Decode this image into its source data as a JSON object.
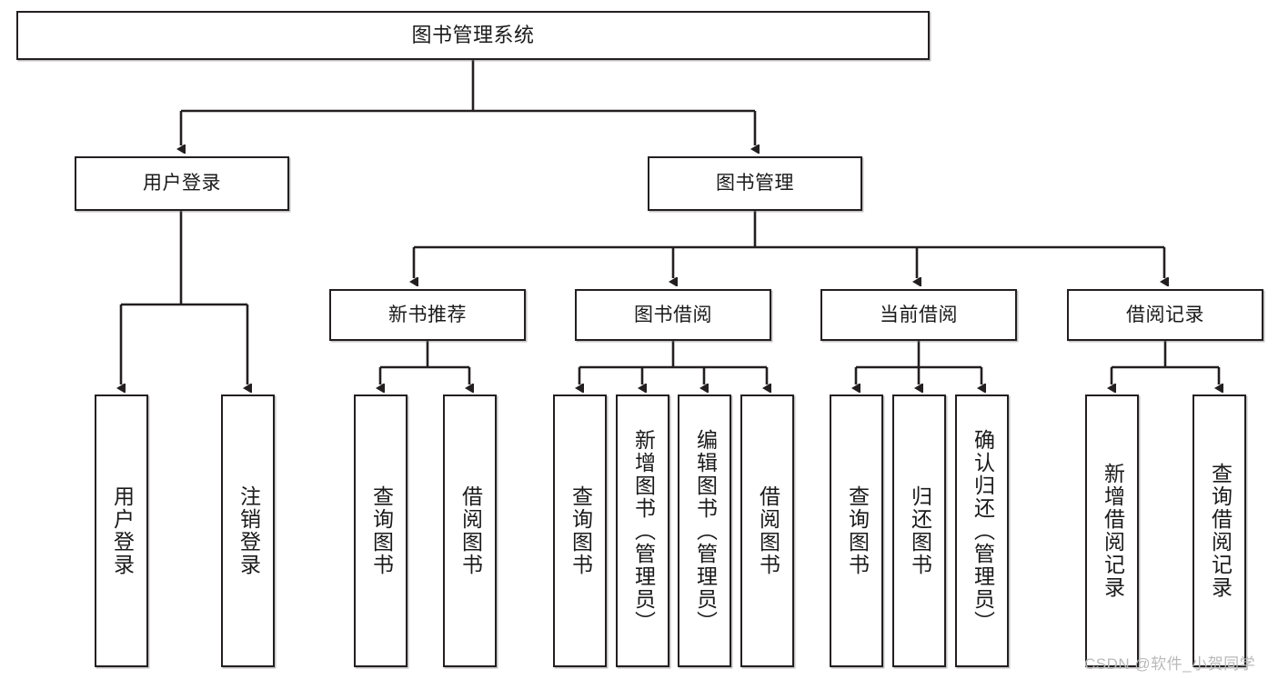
{
  "diagram": {
    "title": "图书管理系统",
    "watermark": "CSDN @软件_小贺同学",
    "accent_border": "#231f20",
    "background": "#ffffff",
    "watermark_color": "#b9b9b9"
  },
  "nodes": {
    "root": {
      "label": "图书管理系统"
    },
    "level1": [
      {
        "label": "用户登录"
      },
      {
        "label": "图书管理"
      }
    ],
    "level2": [
      {
        "label": "新书推荐"
      },
      {
        "label": "图书借阅"
      },
      {
        "label": "当前借阅"
      },
      {
        "label": "借阅记录"
      }
    ],
    "leaves": {
      "user_login": [
        {
          "label": "用户登录"
        },
        {
          "label": "注销登录"
        }
      ],
      "new_book_recommend": [
        {
          "label": "查询图书"
        },
        {
          "label": "借阅图书"
        }
      ],
      "book_borrow": [
        {
          "label": "查询图书"
        },
        {
          "label": "新增图书（管理员）"
        },
        {
          "label": "编辑图书（管理员）"
        },
        {
          "label": "借阅图书"
        }
      ],
      "current_borrow": [
        {
          "label": "查询图书"
        },
        {
          "label": "归还图书"
        },
        {
          "label": "确认归还（管理员）"
        }
      ],
      "borrow_record": [
        {
          "label": "新增借阅记录"
        },
        {
          "label": "查询借阅记录"
        }
      ]
    }
  },
  "chart_data": {
    "type": "table",
    "title": "图书管理系统 功能结构图",
    "hierarchy": [
      {
        "level": 0,
        "label": "图书管理系统",
        "children": [
          {
            "level": 1,
            "label": "用户登录",
            "children": [
              {
                "level": 2,
                "label": "用户登录"
              },
              {
                "level": 2,
                "label": "注销登录"
              }
            ]
          },
          {
            "level": 1,
            "label": "图书管理",
            "children": [
              {
                "level": 2,
                "label": "新书推荐",
                "children": [
                  {
                    "level": 3,
                    "label": "查询图书"
                  },
                  {
                    "level": 3,
                    "label": "借阅图书"
                  }
                ]
              },
              {
                "level": 2,
                "label": "图书借阅",
                "children": [
                  {
                    "level": 3,
                    "label": "查询图书"
                  },
                  {
                    "level": 3,
                    "label": "新增图书（管理员）"
                  },
                  {
                    "level": 3,
                    "label": "编辑图书（管理员）"
                  },
                  {
                    "level": 3,
                    "label": "借阅图书"
                  }
                ]
              },
              {
                "level": 2,
                "label": "当前借阅",
                "children": [
                  {
                    "level": 3,
                    "label": "查询图书"
                  },
                  {
                    "level": 3,
                    "label": "归还图书"
                  },
                  {
                    "level": 3,
                    "label": "确认归还（管理员）"
                  }
                ]
              },
              {
                "level": 2,
                "label": "借阅记录",
                "children": [
                  {
                    "level": 3,
                    "label": "新增借阅记录"
                  },
                  {
                    "level": 3,
                    "label": "查询借阅记录"
                  }
                ]
              }
            ]
          }
        ]
      }
    ]
  }
}
